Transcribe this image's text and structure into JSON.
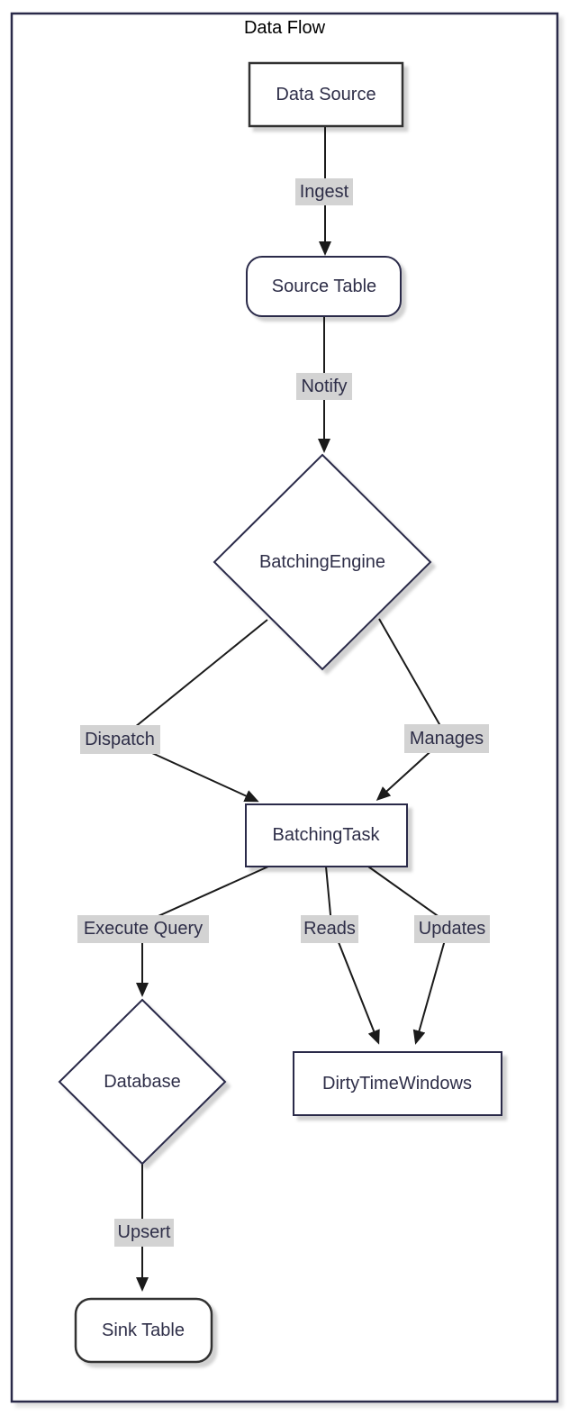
{
  "diagram": {
    "title": "Data Flow",
    "type": "flowchart",
    "nodes": {
      "data_source": {
        "label": "Data Source",
        "shape": "rectangle",
        "fill": "#fb9ffb"
      },
      "source_table": {
        "label": "Source Table",
        "shape": "rounded",
        "fill": "#ffffff"
      },
      "batching_engine": {
        "label": "BatchingEngine",
        "shape": "diamond",
        "fill": "#ffffff"
      },
      "batching_task": {
        "label": "BatchingTask",
        "shape": "rectangle",
        "fill": "#ffffff"
      },
      "database": {
        "label": "Database",
        "shape": "diamond",
        "fill": "#ffffff"
      },
      "dirty_time_windows": {
        "label": "DirtyTimeWindows",
        "shape": "rectangle",
        "fill": "#ffffff"
      },
      "sink_table": {
        "label": "Sink Table",
        "shape": "rounded",
        "fill": "#ccccff"
      }
    },
    "edges": {
      "ingest": {
        "from": "Data Source",
        "to": "Source Table",
        "label": "Ingest"
      },
      "notify": {
        "from": "Source Table",
        "to": "BatchingEngine",
        "label": "Notify"
      },
      "dispatch": {
        "from": "BatchingEngine",
        "to": "BatchingTask",
        "label": "Dispatch"
      },
      "manages": {
        "from": "BatchingEngine",
        "to": "BatchingTask",
        "label": "Manages"
      },
      "execute_query": {
        "from": "BatchingTask",
        "to": "Database",
        "label": "Execute Query"
      },
      "reads": {
        "from": "BatchingTask",
        "to": "DirtyTimeWindows",
        "label": "Reads"
      },
      "updates": {
        "from": "BatchingTask",
        "to": "DirtyTimeWindows",
        "label": "Updates"
      },
      "upsert": {
        "from": "Database",
        "to": "Sink Table",
        "label": "Upsert"
      }
    },
    "colors": {
      "node_border": "#2b2b4a",
      "styled_node_border": "#333333",
      "node_text": "#2e2e48",
      "edge_line": "#1b1b1b",
      "edge_label_bg": "#d3d3d3",
      "frame_border": "#2b2b4a",
      "data_source_fill": "#fb9ffb",
      "sink_table_fill": "#ccccff"
    }
  }
}
